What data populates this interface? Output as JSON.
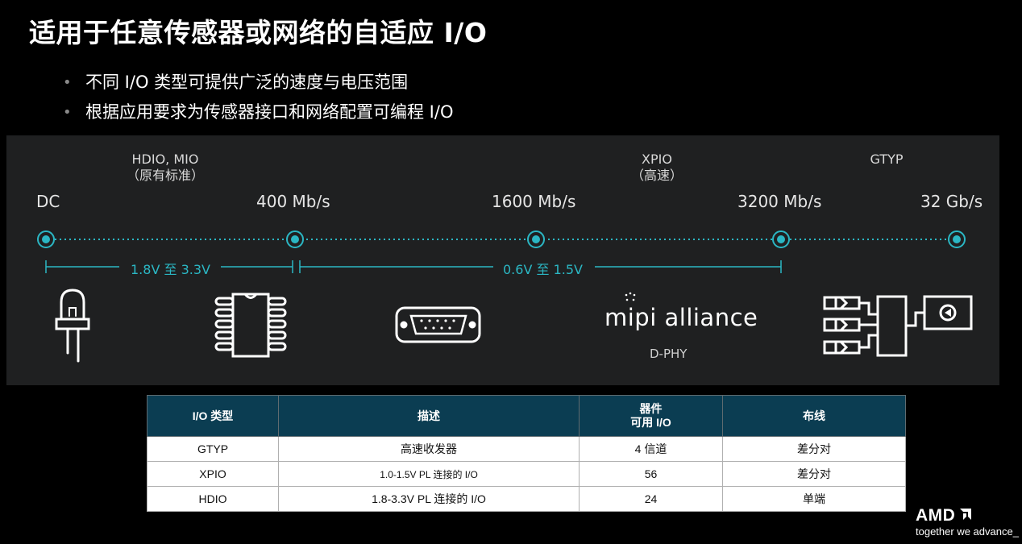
{
  "title": "适用于任意传感器或网络的自适应 I/O",
  "bullets": [
    "不同 I/O 类型可提供广泛的速度与电压范围",
    "根据应用要求为传感器接口和网络配置可编程 I/O"
  ],
  "io_groups": [
    {
      "name": "HDIO, MIO",
      "sub": "（原有标准）"
    },
    {
      "name": "XPIO",
      "sub": "（高速）"
    },
    {
      "name": "GTYP",
      "sub": ""
    }
  ],
  "speeds": [
    "DC",
    "400 Mb/s",
    "1600 Mb/s",
    "3200 Mb/s",
    "32 Gb/s"
  ],
  "voltage_ranges": [
    "1.8V 至 3.3V",
    "0.6V 至 1.5V"
  ],
  "mipi": {
    "logo": "mipi alliance",
    "caption": "D-PHY"
  },
  "icons": [
    "led-icon",
    "ic-chip-icon",
    "serial-connector-icon",
    "mipi-logo",
    "transceiver-icon"
  ],
  "colors": {
    "accent": "#2bb7c4",
    "table_header": "#0b3d52",
    "panel": "#1f2021"
  },
  "table": {
    "headers": [
      "I/O 类型",
      "描述",
      "器件\n可用 I/O",
      "布线"
    ],
    "header_devices_line1": "器件",
    "header_devices_line2": "可用 I/O",
    "rows": [
      [
        "GTYP",
        "高速收发器",
        "4 信道",
        "差分对"
      ],
      [
        "XPIO",
        "1.0-1.5V PL 连接的 I/O",
        "56",
        "差分对"
      ],
      [
        "HDIO",
        "1.8-3.3V PL 连接的 I/O",
        "24",
        "单端"
      ]
    ]
  },
  "brand": {
    "logo": "AMD",
    "tagline": "together we advance_"
  }
}
